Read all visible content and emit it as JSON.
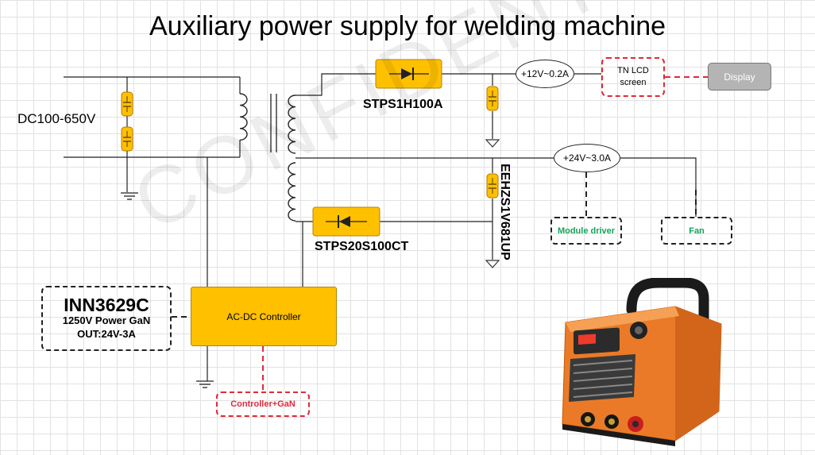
{
  "title": "Auxiliary power supply for welding machine",
  "input_label": "DC100-650V",
  "parts": {
    "diode_top": "STPS1H100A",
    "diode_bottom": "STPS20S100CT",
    "capacitor": "EEHZS1V681UP"
  },
  "controller_label": "AC-DC Controller",
  "chip": {
    "name": "INN3629C",
    "line1": "1250V Power GaN",
    "line2": "OUT:24V-3A"
  },
  "outputs": {
    "low": "+12V~0.2A",
    "high": "+24V~3.0A"
  },
  "loads": {
    "lcd_line1": "TN LCD",
    "lcd_line2": "screen",
    "display": "Display",
    "module_driver": "Module driver",
    "fan": "Fan",
    "controller_gan": "Controller+GaN"
  },
  "watermark": "CONFIDENTIAL",
  "colors": {
    "component_fill": "#ffc000",
    "red_dash": "#e0293a",
    "green_text": "#15a35a",
    "display_fill": "#b4b4b4"
  }
}
